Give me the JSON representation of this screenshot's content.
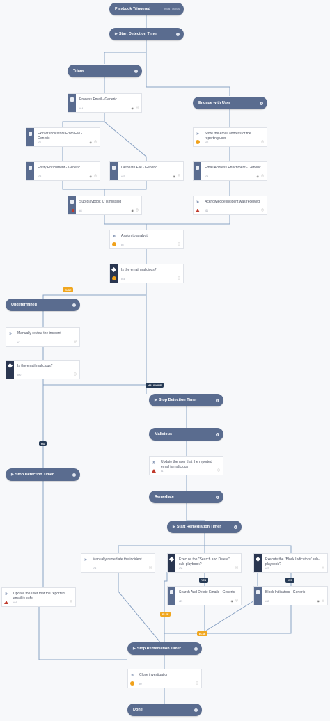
{
  "trigger": {
    "title": "Playbook Triggered",
    "meta": "Inputs / Outputs"
  },
  "start_timer": {
    "title": "Start Detection Timer"
  },
  "triage": {
    "title": "Triage"
  },
  "engage": {
    "title": "Engage with User"
  },
  "process_email": {
    "title": "Process Email - Generic",
    "id": "#14"
  },
  "extract": {
    "title": "Extract Indicators From File - Generic",
    "id": "#21"
  },
  "store_email": {
    "title": "Store the email address of the reporting user",
    "id": "#12"
  },
  "entity": {
    "title": "Entity Enrichment - Generic",
    "id": "#23"
  },
  "detonate": {
    "title": "Detonate File - Generic",
    "id": "#22"
  },
  "email_enrich": {
    "title": "Email Address Enrichment - Generic",
    "id": "#24"
  },
  "subplaybook_missing": {
    "title": "Sub-playbook '0' is missing",
    "id": "#8"
  },
  "acknowledge": {
    "title": "Acknowledge incident was received",
    "id": "#11"
  },
  "assign": {
    "title": "Assign to analyst",
    "id": "#5"
  },
  "is_malicious_1": {
    "title": "Is the email malicious?",
    "id": "#15"
  },
  "label_else": "ELSE",
  "undetermined": {
    "title": "Undetermined"
  },
  "manual_review": {
    "title": "Manually review the incident",
    "id": "#7"
  },
  "is_malicious_2": {
    "title": "Is the email malicious?",
    "id": "#20"
  },
  "label_malicious": "MALICIOUS",
  "stop_timer_1": {
    "title": "Stop Detection Timer"
  },
  "malicious": {
    "title": "Malicious"
  },
  "label_no": "NO",
  "update_malicious": {
    "title": "Update  the user that the reported email is malicious",
    "id": "#17"
  },
  "stop_timer_2": {
    "title": "Stop Detection Timer"
  },
  "remediate": {
    "title": "Remediate"
  },
  "start_remediation": {
    "title": "Start Remediation Timer"
  },
  "manual_remediate": {
    "title": "Manually remediate  the incident",
    "id": "#28"
  },
  "exec_search": {
    "title": "Execute the \"Search and Delete\" sub-playbook?",
    "id": "#26"
  },
  "exec_block": {
    "title": "Execute the \"Block Indicators\" sub-playbook?",
    "id": "#27"
  },
  "label_yes_1": "YES",
  "label_yes_2": "YES",
  "update_safe": {
    "title": "Update  the user that the reported email is safe",
    "id": "#16"
  },
  "search_delete": {
    "title": "Search And Delete Emails - Generic",
    "id": "#29"
  },
  "block_indicators": {
    "title": "Block Indicators - Generic",
    "id": "#30"
  },
  "label_else_2": "ELSE",
  "label_else_3": "ELSE",
  "stop_remediation": {
    "title": "Stop Remediation Timer"
  },
  "close": {
    "title": "Close investigation",
    "id": "#9"
  },
  "done": {
    "title": "Done"
  }
}
